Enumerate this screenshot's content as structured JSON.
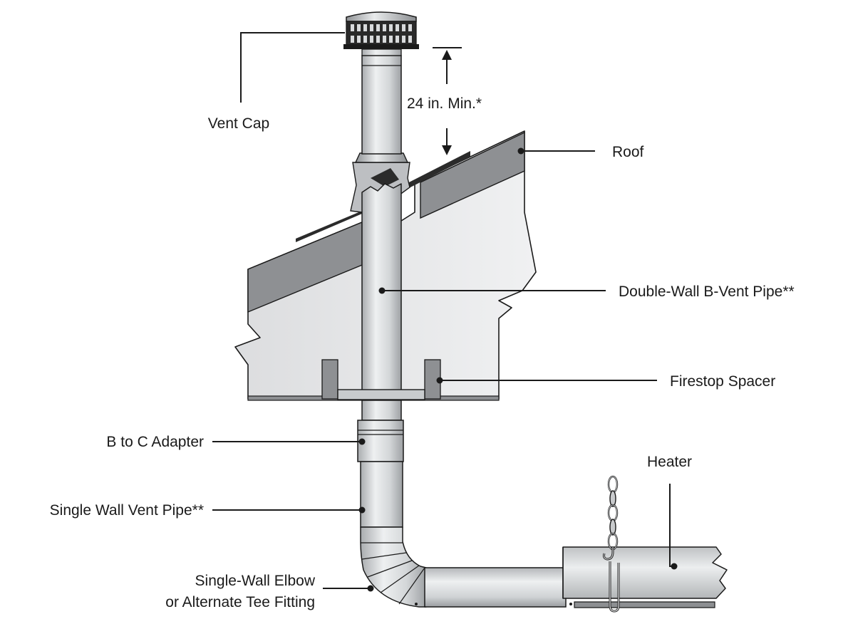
{
  "labels": {
    "vent_cap": "Vent Cap",
    "clearance": "24 in. Min.*",
    "roof": "Roof",
    "b_vent_pipe": "Double-Wall B-Vent Pipe**",
    "firestop_spacer": "Firestop Spacer",
    "adapter": "B to C Adapter",
    "single_wall_pipe": "Single Wall Vent Pipe**",
    "elbow_line1": "Single-Wall Elbow",
    "elbow_line2": "or Alternate Tee Fitting",
    "heater": "Heater"
  },
  "colors": {
    "outline": "#1a1a1a",
    "pipe_light": "#e4e6e8",
    "pipe_mid": "#c4c7ca",
    "pipe_dark": "#9a9da1",
    "structure_light": "#e6e7e8",
    "structure_dark": "#8d8f92",
    "roofing": "#2b2b2b"
  }
}
